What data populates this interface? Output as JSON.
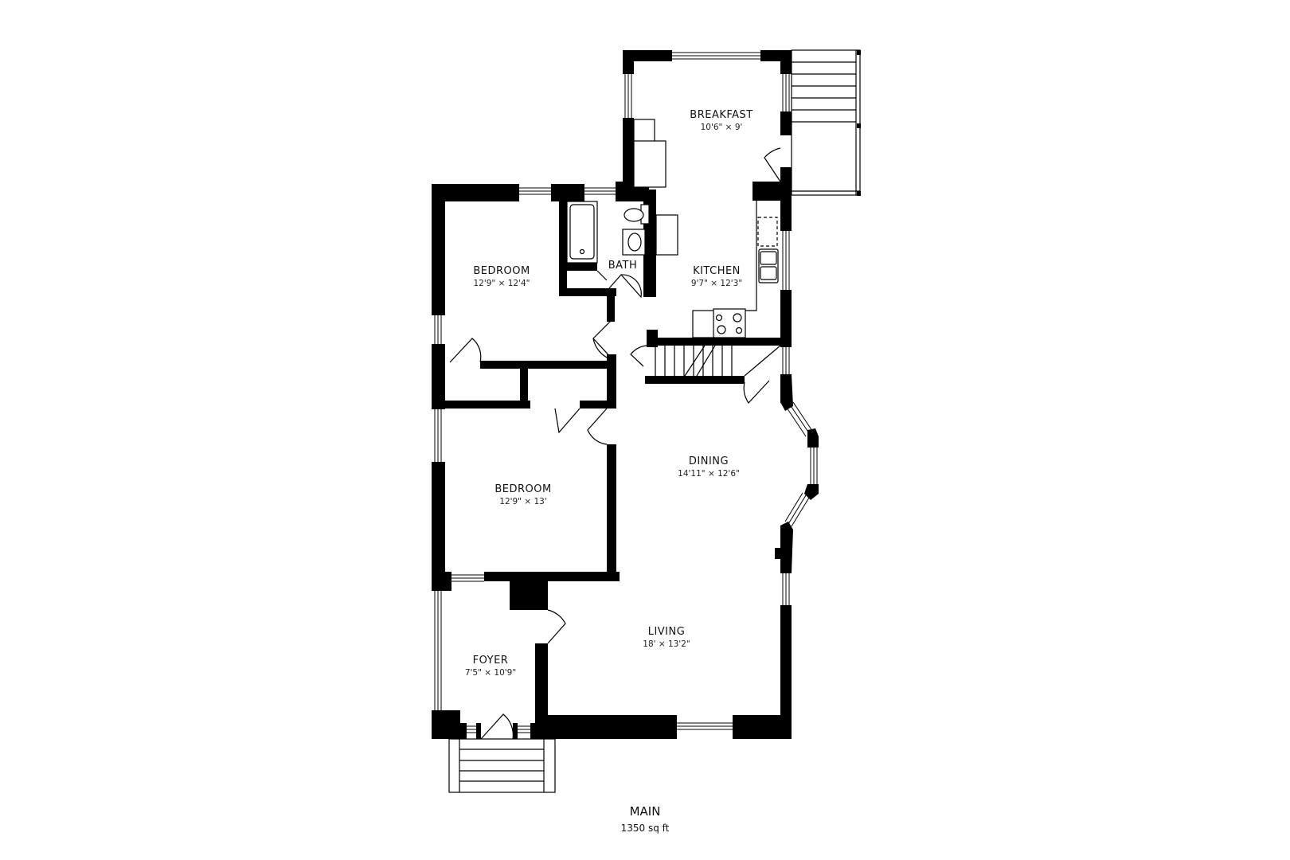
{
  "floor": {
    "name": "MAIN",
    "area": "1350 sq ft"
  },
  "rooms": {
    "breakfast": {
      "name": "BREAKFAST",
      "dims": "10'6\" × 9'"
    },
    "bedroom1": {
      "name": "BEDROOM",
      "dims": "12'9\" × 12'4\""
    },
    "bath": {
      "name": "BATH",
      "dims": ""
    },
    "kitchen": {
      "name": "KITCHEN",
      "dims": "9'7\" × 12'3\""
    },
    "bedroom2": {
      "name": "BEDROOM",
      "dims": "12'9\" × 13'"
    },
    "dining": {
      "name": "DINING",
      "dims": "14'11\" × 12'6\""
    },
    "living": {
      "name": "LIVING",
      "dims": "18' × 13'2\""
    },
    "foyer": {
      "name": "FOYER",
      "dims": "7'5\" × 10'9\""
    }
  },
  "colors": {
    "wall": "#000000",
    "background": "#ffffff",
    "text": "#111111"
  }
}
